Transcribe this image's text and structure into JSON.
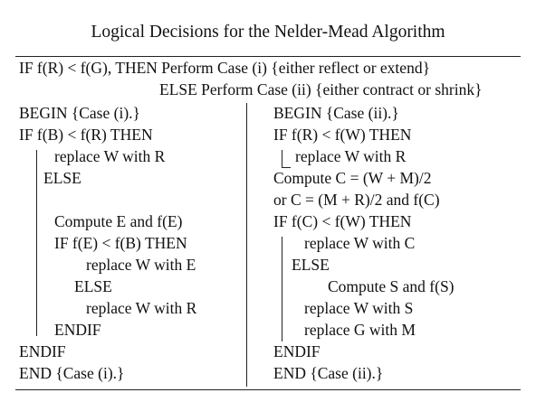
{
  "title": "Logical Decisions for the Nelder-Mead Algorithm",
  "header": {
    "line1": "IF f(R) < f(G), THEN Perform Case (i) {either reflect or extend}",
    "line2": "ELSE Perform Case (ii) {either contract or shrink}"
  },
  "case_i": {
    "l1": "BEGIN {Case (i).}",
    "l2": "IF f(B) < f(R) THEN",
    "l3": "replace W with R",
    "l4": "ELSE",
    "l5": "Compute E and f(E)",
    "l6": "IF f(E) < f(B) THEN",
    "l7": "replace W with E",
    "l8": "ELSE",
    "l9": "replace W with R",
    "l10": "ENDIF",
    "l11": "ENDIF",
    "l12": "END {Case (i).}"
  },
  "case_ii": {
    "l1": "BEGIN {Case (ii).}",
    "l2": "IF f(R) < f(W) THEN",
    "l3": "replace W with R",
    "l4": "Compute C = (W + M)/2",
    "l5": "or C = (M + R)/2 and f(C)",
    "l6": "IF f(C) < f(W) THEN",
    "l7": "replace W with C",
    "l8": "ELSE",
    "l9": "Compute S and f(S)",
    "l10": "replace W with S",
    "l11": "replace G with M",
    "l12": "ENDIF",
    "l13": "END {Case (ii).}"
  }
}
